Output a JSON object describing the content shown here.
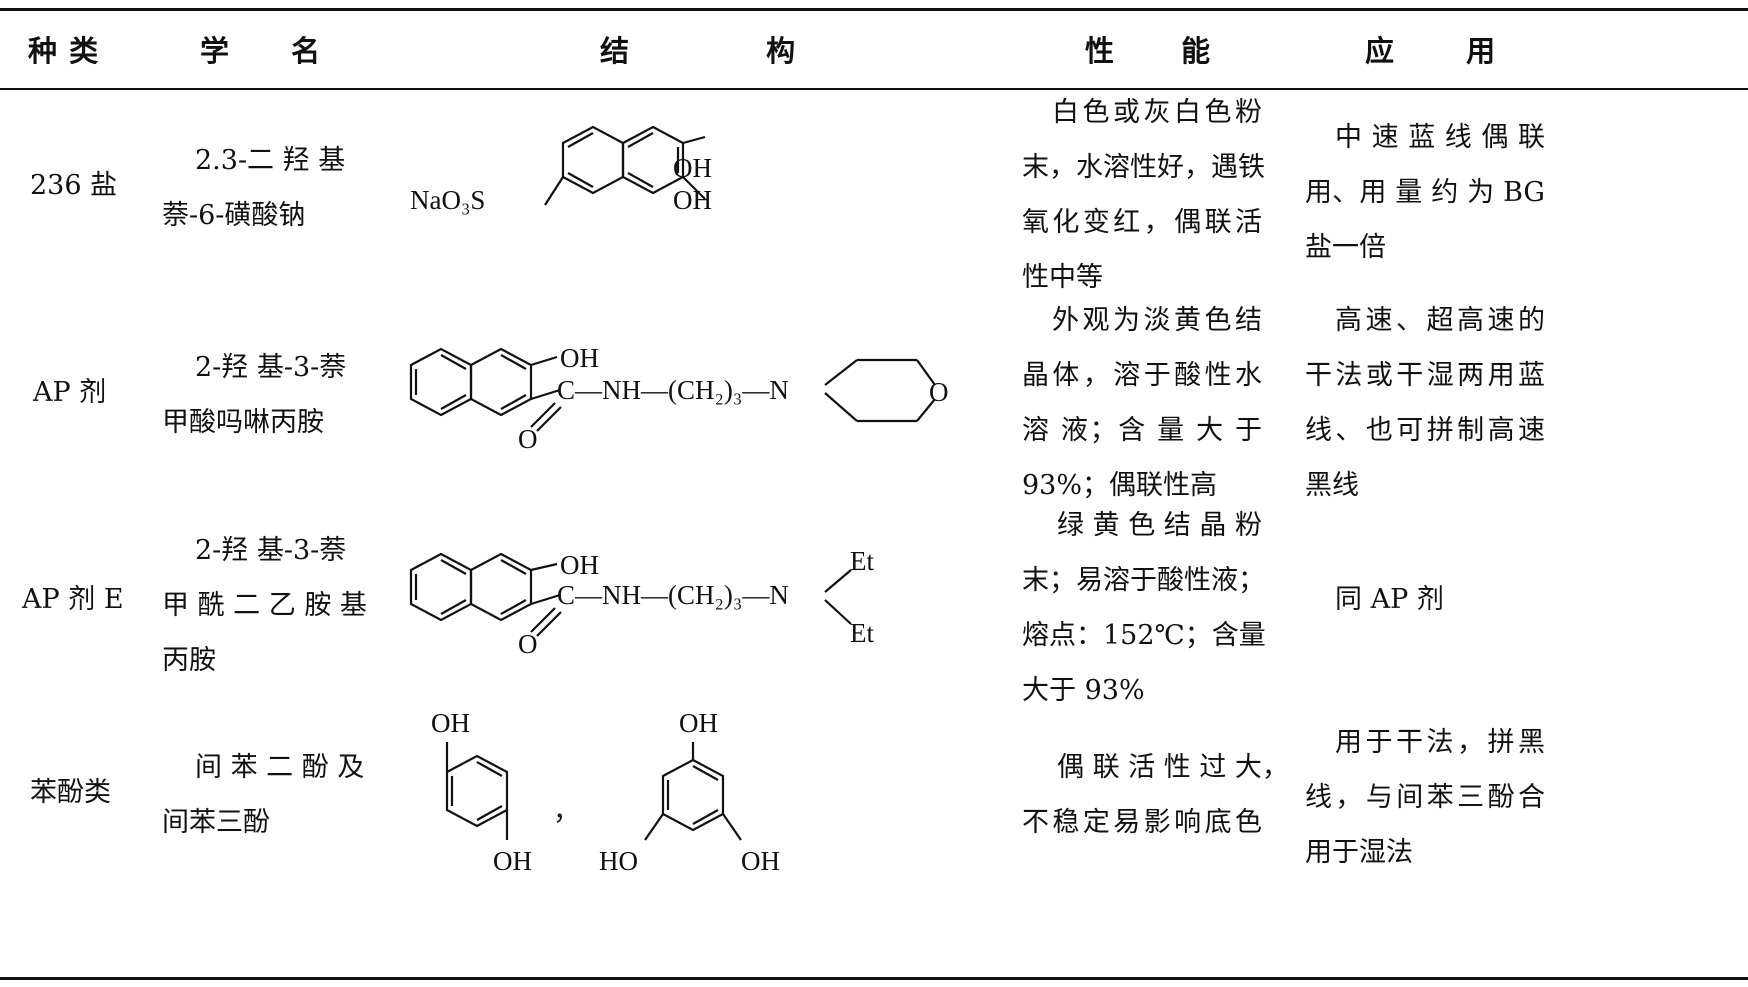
{
  "headers": {
    "type": "种 类",
    "name": "学 名",
    "structure": "结 构",
    "property": "性 能",
    "application": "应 用"
  },
  "rows": [
    {
      "type": "236 盐",
      "name": [
        "2.3-二 羟 基",
        "萘-6-磺酸钠"
      ],
      "structure": {
        "sulfonate": "NaO₃S",
        "oh1": "OH",
        "oh2": "OH"
      },
      "property": [
        "白色或灰白色粉",
        "末，水溶性好，遇铁",
        "氧化变红，偶联活",
        "性中等"
      ],
      "application": [
        "中 速 蓝 线 偶 联",
        "用、用 量 约 为 BG",
        "盐一倍"
      ]
    },
    {
      "type": "AP 剂",
      "name": [
        "2-羟 基-3-萘",
        "甲酸吗啉丙胺"
      ],
      "structure": {
        "oh": "OH",
        "chain": "C—NH—(CH₂)₃—N",
        "o_carbonyl": "O",
        "o_ring": "O"
      },
      "property": [
        "外观为淡黄色结",
        "晶体，溶于酸性水",
        "溶 液；含 量 大 于",
        "93%；偶联性高"
      ],
      "application": [
        "高速、超高速的",
        "干法或干湿两用蓝",
        "线、也可拼制高速",
        "黑线"
      ]
    },
    {
      "type": "AP 剂 E",
      "name": [
        "2-羟 基-3-萘",
        "甲 酰 二 乙 胺 基",
        "丙胺"
      ],
      "structure": {
        "oh": "OH",
        "chain": "C—NH—(CH₂)₃—N",
        "o_carbonyl": "O",
        "et1": "Et",
        "et2": "Et"
      },
      "property": [
        "绿 黄 色 结 晶 粉",
        "末；易溶于酸性液；",
        "熔点：152℃；含量",
        "大于 93%"
      ],
      "application": [
        "同 AP 剂"
      ]
    },
    {
      "type": "苯酚类",
      "name": [
        "间 苯 二 酚 及",
        "间苯三酚"
      ],
      "structure": {
        "oh_a1": "OH",
        "oh_a2": "OH",
        "comma": "，",
        "oh_b1": "OH",
        "oh_b2": "HO",
        "oh_b3": "OH"
      },
      "property": [
        "偶 联 活 性 过 大，",
        "不稳定易影响底色"
      ],
      "application": [
        "用于干法，拼黑",
        "线，与间苯三酚合",
        "用于湿法"
      ]
    }
  ]
}
